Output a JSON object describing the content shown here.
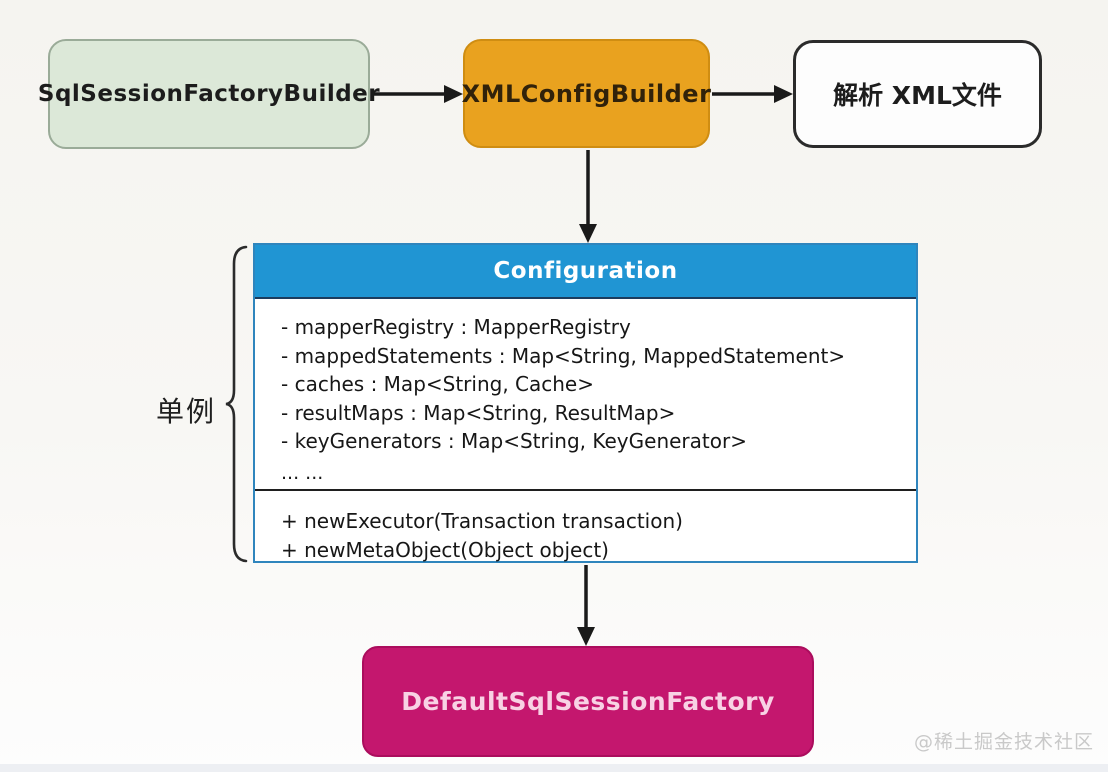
{
  "diagram": {
    "flow_boxes": [
      {
        "id": "sql-session-factory-builder",
        "label": "SqlSessionFactoryBuilder",
        "fill": "#dce8d8"
      },
      {
        "id": "xml-config-builder",
        "label": "XMLConfigBuilder",
        "fill": "#e9a21f"
      },
      {
        "id": "parse-xml-file",
        "label": "解析 XML文件",
        "fill": "#fdfdfd"
      }
    ],
    "class_box": {
      "title": "Configuration",
      "header_color": "#2095d3",
      "attributes": [
        "- mapperRegistry : MapperRegistry",
        "- mappedStatements : Map<String, MappedStatement>",
        "- caches : Map<String, Cache>",
        "- resultMaps : Map<String, ResultMap>",
        "- keyGenerators : Map<String, KeyGenerator>"
      ],
      "attributes_ellipsis": "... ...",
      "methods": [
        "+ newExecutor(Transaction transaction)",
        "+ newMetaObject(Object object)"
      ]
    },
    "brace_label": "单例",
    "result_box": {
      "id": "default-sql-session-factory",
      "label": "DefaultSqlSessionFactory",
      "fill": "#c4176e"
    },
    "watermark": "@稀土掘金技术社区",
    "arrow_color": "#1a1a1a"
  }
}
